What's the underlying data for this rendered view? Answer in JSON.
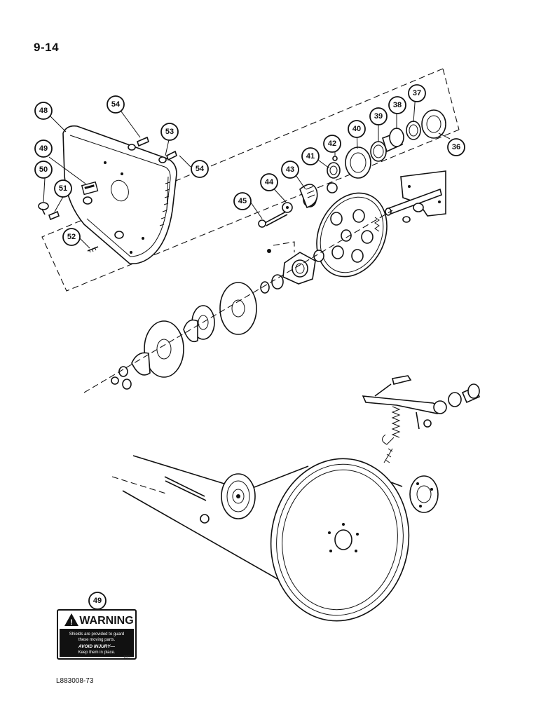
{
  "page": {
    "number": "9-14",
    "figure_code": "L883008-73"
  },
  "callouts": [
    {
      "id": "c48",
      "label": "48"
    },
    {
      "id": "c49",
      "label": "49"
    },
    {
      "id": "c50",
      "label": "50"
    },
    {
      "id": "c51",
      "label": "51"
    },
    {
      "id": "c52",
      "label": "52"
    },
    {
      "id": "c53",
      "label": "53"
    },
    {
      "id": "c54a",
      "label": "54"
    },
    {
      "id": "c54b",
      "label": "54"
    },
    {
      "id": "c45",
      "label": "45"
    },
    {
      "id": "c44",
      "label": "44"
    },
    {
      "id": "c43",
      "label": "43"
    },
    {
      "id": "c41",
      "label": "41"
    },
    {
      "id": "c42",
      "label": "42"
    },
    {
      "id": "c40",
      "label": "40"
    },
    {
      "id": "c39",
      "label": "39"
    },
    {
      "id": "c38",
      "label": "38"
    },
    {
      "id": "c37",
      "label": "37"
    },
    {
      "id": "c36",
      "label": "36"
    },
    {
      "id": "c49b",
      "label": "49"
    }
  ],
  "warning_decal": {
    "title": "WARNING",
    "line1": "Shields are provided to guard",
    "line2": "these moving parts.",
    "line3": "AVOID INJURY—",
    "line4": "Keep them in place.",
    "code": "10C"
  }
}
